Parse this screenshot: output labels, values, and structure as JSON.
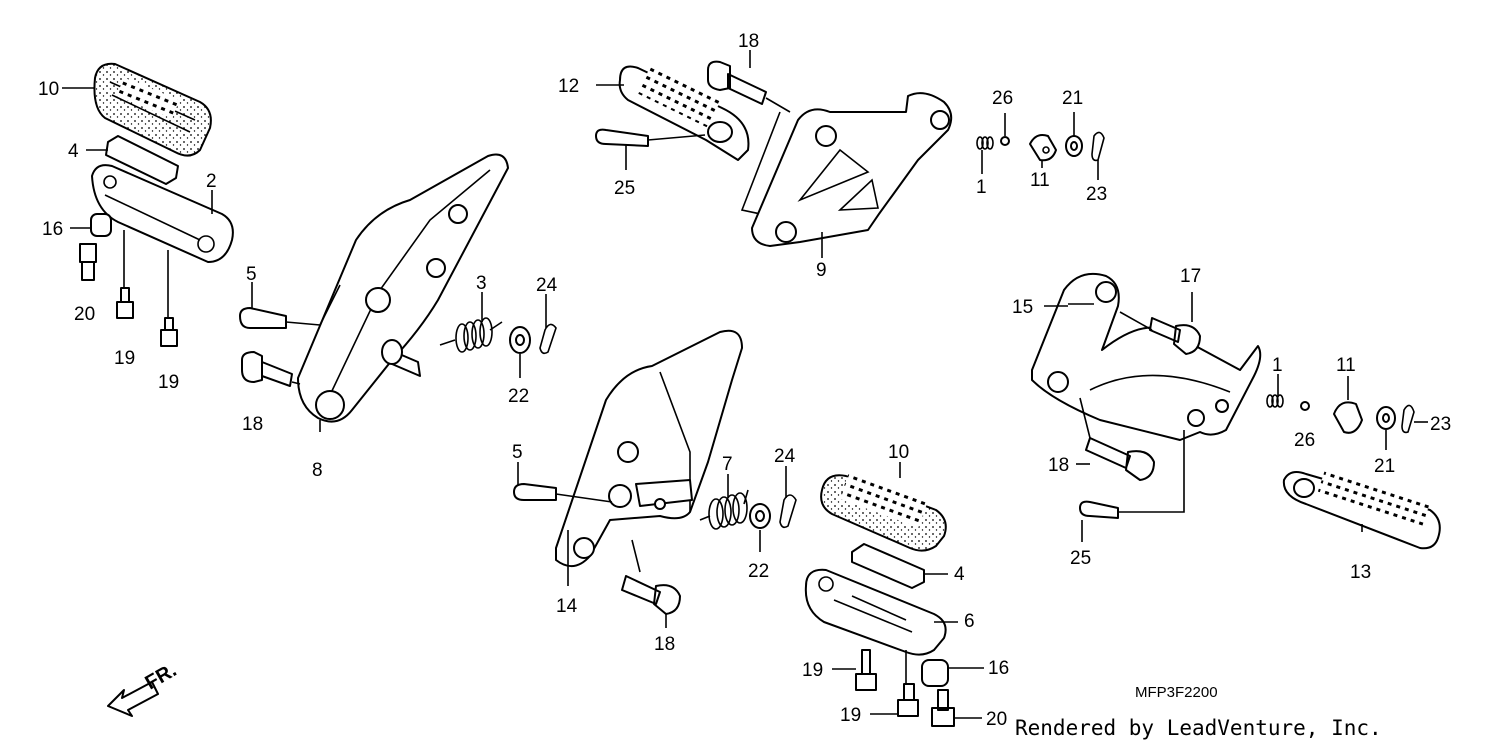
{
  "diagram": {
    "code": "MFP3F2200",
    "credit": "Rendered by LeadVenture, Inc.",
    "front_arrow_label": "FR."
  },
  "callouts": [
    {
      "id": "c10a",
      "label": "10"
    },
    {
      "id": "c4a",
      "label": "4"
    },
    {
      "id": "c2",
      "label": "2"
    },
    {
      "id": "c16a",
      "label": "16"
    },
    {
      "id": "c20a",
      "label": "20"
    },
    {
      "id": "c19a",
      "label": "19"
    },
    {
      "id": "c19b",
      "label": "19"
    },
    {
      "id": "c5a",
      "label": "5"
    },
    {
      "id": "c18a",
      "label": "18"
    },
    {
      "id": "c8",
      "label": "8"
    },
    {
      "id": "c3",
      "label": "3"
    },
    {
      "id": "c24a",
      "label": "24"
    },
    {
      "id": "c22a",
      "label": "22"
    },
    {
      "id": "c12",
      "label": "12"
    },
    {
      "id": "c18b",
      "label": "18"
    },
    {
      "id": "c25a",
      "label": "25"
    },
    {
      "id": "c9",
      "label": "9"
    },
    {
      "id": "c26a",
      "label": "26"
    },
    {
      "id": "c1a",
      "label": "1"
    },
    {
      "id": "c11a",
      "label": "11"
    },
    {
      "id": "c21a",
      "label": "21"
    },
    {
      "id": "c23a",
      "label": "23"
    },
    {
      "id": "c15",
      "label": "15"
    },
    {
      "id": "c17",
      "label": "17"
    },
    {
      "id": "c1b",
      "label": "1"
    },
    {
      "id": "c11b",
      "label": "11"
    },
    {
      "id": "c26b",
      "label": "26"
    },
    {
      "id": "c21b",
      "label": "21"
    },
    {
      "id": "c23b",
      "label": "23"
    },
    {
      "id": "c18c",
      "label": "18"
    },
    {
      "id": "c25b",
      "label": "25"
    },
    {
      "id": "c13",
      "label": "13"
    },
    {
      "id": "c5b",
      "label": "5"
    },
    {
      "id": "c7",
      "label": "7"
    },
    {
      "id": "c24b",
      "label": "24"
    },
    {
      "id": "c22b",
      "label": "22"
    },
    {
      "id": "c14",
      "label": "14"
    },
    {
      "id": "c18d",
      "label": "18"
    },
    {
      "id": "c10b",
      "label": "10"
    },
    {
      "id": "c4b",
      "label": "4"
    },
    {
      "id": "c6",
      "label": "6"
    },
    {
      "id": "c16b",
      "label": "16"
    },
    {
      "id": "c19c",
      "label": "19"
    },
    {
      "id": "c19d",
      "label": "19"
    },
    {
      "id": "c20b",
      "label": "20"
    }
  ]
}
